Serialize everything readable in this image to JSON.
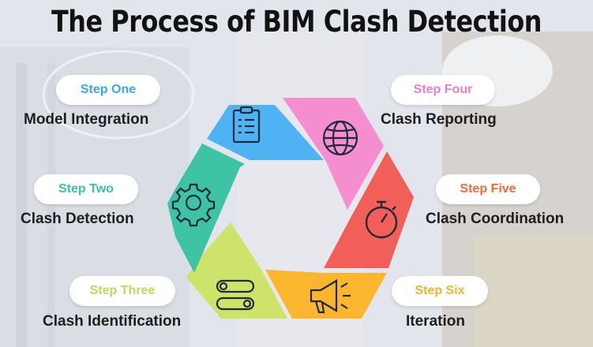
{
  "title": "The Process of BIM Clash Detection",
  "steps": [
    {
      "step": "Step One",
      "name": "Model Integration",
      "color": "#4fb3f3",
      "step_color": "#3aa7ef",
      "icon": "clipboard-icon"
    },
    {
      "step": "Step Two",
      "name": "Clash Detection",
      "color": "#3ec3a4",
      "step_color": "#3fc39a",
      "icon": "gear-icon"
    },
    {
      "step": "Step Three",
      "name": "Clash Identification",
      "color": "#cde36a",
      "step_color": "#c1d860",
      "icon": "toggle-icon"
    },
    {
      "step": "Step Four",
      "name": "Clash Reporting",
      "color": "#f48ecf",
      "step_color": "#ee7fc6",
      "icon": "globe-icon"
    },
    {
      "step": "Step Five",
      "name": "Clash Coordination",
      "color": "#f25e58",
      "step_color": "#f0693f",
      "icon": "stopwatch-icon"
    },
    {
      "step": "Step Six",
      "name": "Iteration",
      "color": "#fcb52e",
      "step_color": "#f0b536",
      "icon": "megaphone-icon"
    }
  ]
}
